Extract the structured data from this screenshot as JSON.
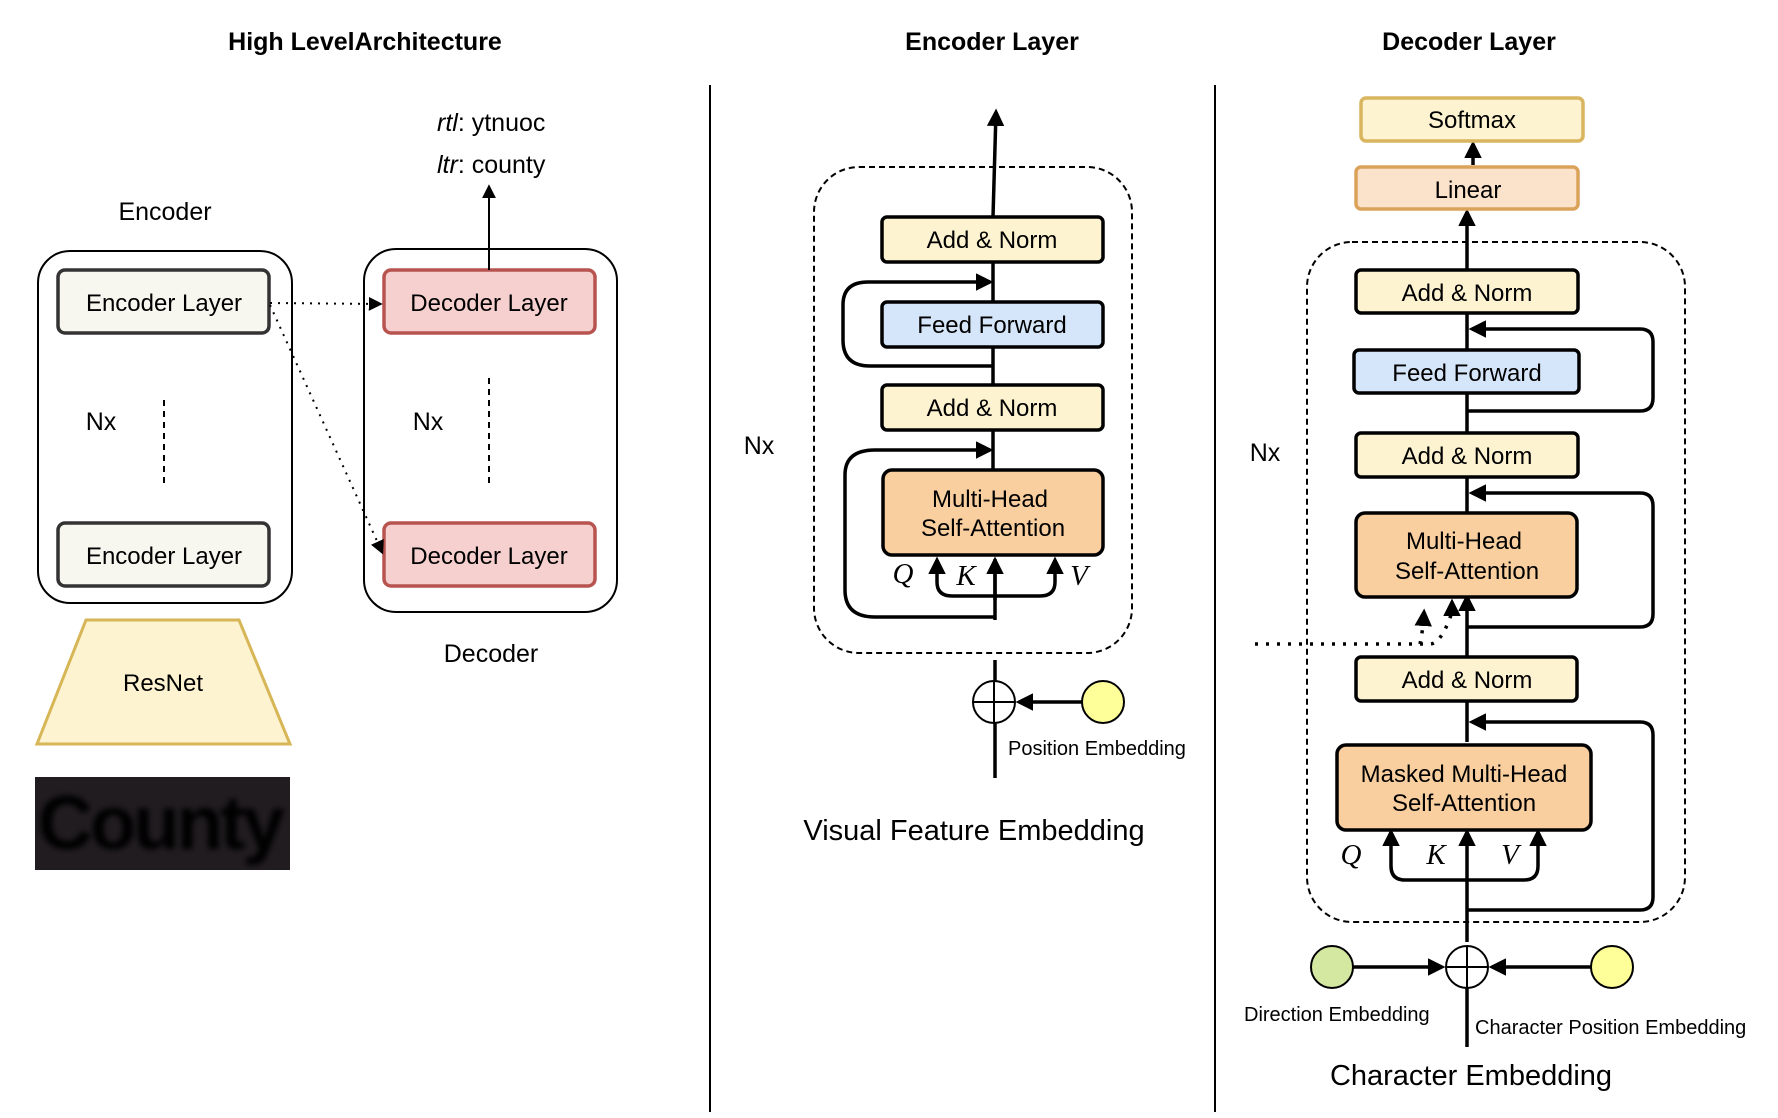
{
  "colors": {
    "norm_fill": "#fdf3d1",
    "ff_fill": "#d6e6fa",
    "attn_fill": "#f9cf9f",
    "linear_fill": "#fbe3cb",
    "softmax_fill": "#fdf3d1",
    "softmax_stroke": "#d9b55f",
    "linear_stroke": "#dba25a",
    "enc_layer_fill": "#f8f7ef",
    "dec_layer_fill": "#f5d0cf",
    "dec_layer_stroke": "#b85450",
    "resnet_fill": "#fdf3d1",
    "resnet_stroke": "#d6b656",
    "direction_emb": "#d5e8a1",
    "position_emb": "#ffff99",
    "image_bg": "#201c20"
  },
  "high_level": {
    "title": "High LevelArchitecture",
    "encoder_caption": "Encoder",
    "decoder_caption": "Decoder",
    "encoder_layer_top": "Encoder Layer",
    "encoder_layer_bottom": "Encoder Layer",
    "decoder_layer_top": "Decoder Layer",
    "decoder_layer_bottom": "Decoder Layer",
    "nx_encoder": "Nx",
    "nx_decoder": "Nx",
    "resnet": "ResNet",
    "input_image_text": "County",
    "output_rtl_prefix": "rtl",
    "output_rtl_value": ": ytnuoc",
    "output_ltr_prefix": "ltr",
    "output_ltr_value": ": county"
  },
  "encoder_layer": {
    "title": "Encoder Layer",
    "add_norm_top": "Add & Norm",
    "feed_forward": "Feed Forward",
    "add_norm_bottom": "Add & Norm",
    "attention_line1": "Multi-Head",
    "attention_line2": "Self-Attention",
    "q": "Q",
    "k": "K",
    "v": "V",
    "nx": "Nx",
    "position_embedding": "Position Embedding",
    "input_label": "Visual Feature Embedding"
  },
  "decoder_layer": {
    "title": "Decoder Layer",
    "softmax": "Softmax",
    "linear": "Linear",
    "add_norm_1": "Add & Norm",
    "feed_forward": "Feed Forward",
    "add_norm_2": "Add & Norm",
    "attention_line1": "Multi-Head",
    "attention_line2": "Self-Attention",
    "add_norm_3": "Add & Norm",
    "masked_attention_line1": "Masked Multi-Head",
    "masked_attention_line2": "Self-Attention",
    "q": "Q",
    "k": "K",
    "v": "V",
    "nx": "Nx",
    "direction_embedding": "Direction Embedding",
    "character_position_embedding": "Character Position Embedding",
    "input_label": "Character Embedding"
  }
}
